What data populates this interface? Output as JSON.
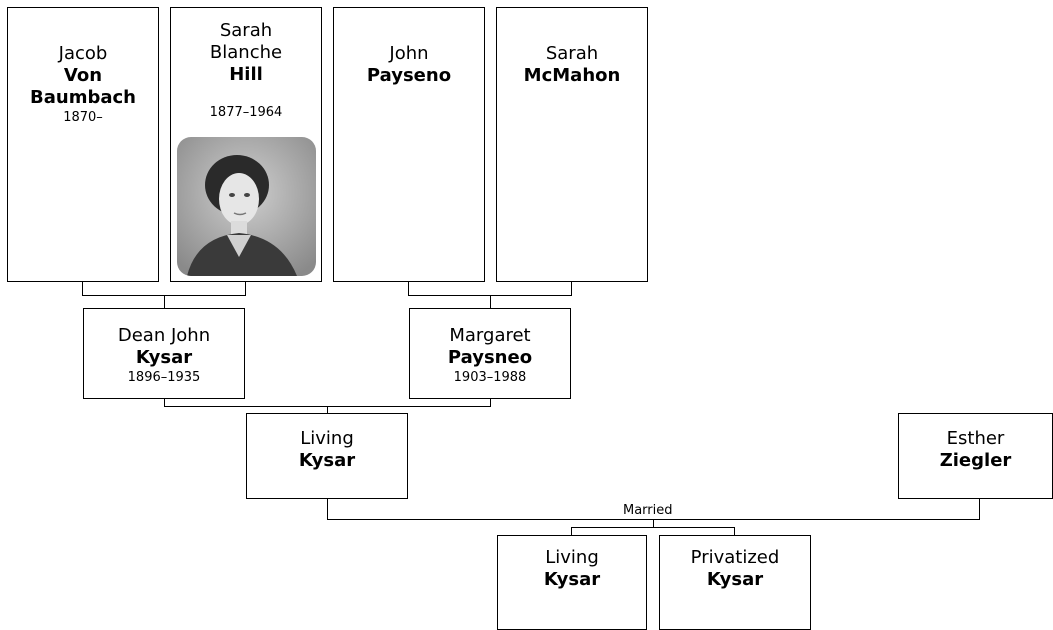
{
  "people": {
    "jacob": {
      "given": "Jacob",
      "surname": "Von Baumbach",
      "dates": "1870–"
    },
    "sarah_hill": {
      "given": "Sarah Blanche",
      "surname": "Hill",
      "dates": "1877–1964"
    },
    "john": {
      "given": "John",
      "surname": "Payseno"
    },
    "sarah_mcm": {
      "given": "Sarah",
      "surname": "McMahon"
    },
    "dean": {
      "given": "Dean John",
      "surname": "Kysar",
      "dates": "1896–1935"
    },
    "margaret": {
      "given": "Margaret",
      "surname": "Paysneo",
      "dates": "1903–1988"
    },
    "living": {
      "given": "Living",
      "surname": "Kysar"
    },
    "esther": {
      "given": "Esther",
      "surname": "Ziegler"
    },
    "child1": {
      "given": "Living",
      "surname": "Kysar"
    },
    "child2": {
      "given": "Privatized",
      "surname": "Kysar"
    }
  },
  "relationship_label": "Married",
  "photo": {
    "subject": "portrait-photo-sarah-blanche-hill"
  }
}
